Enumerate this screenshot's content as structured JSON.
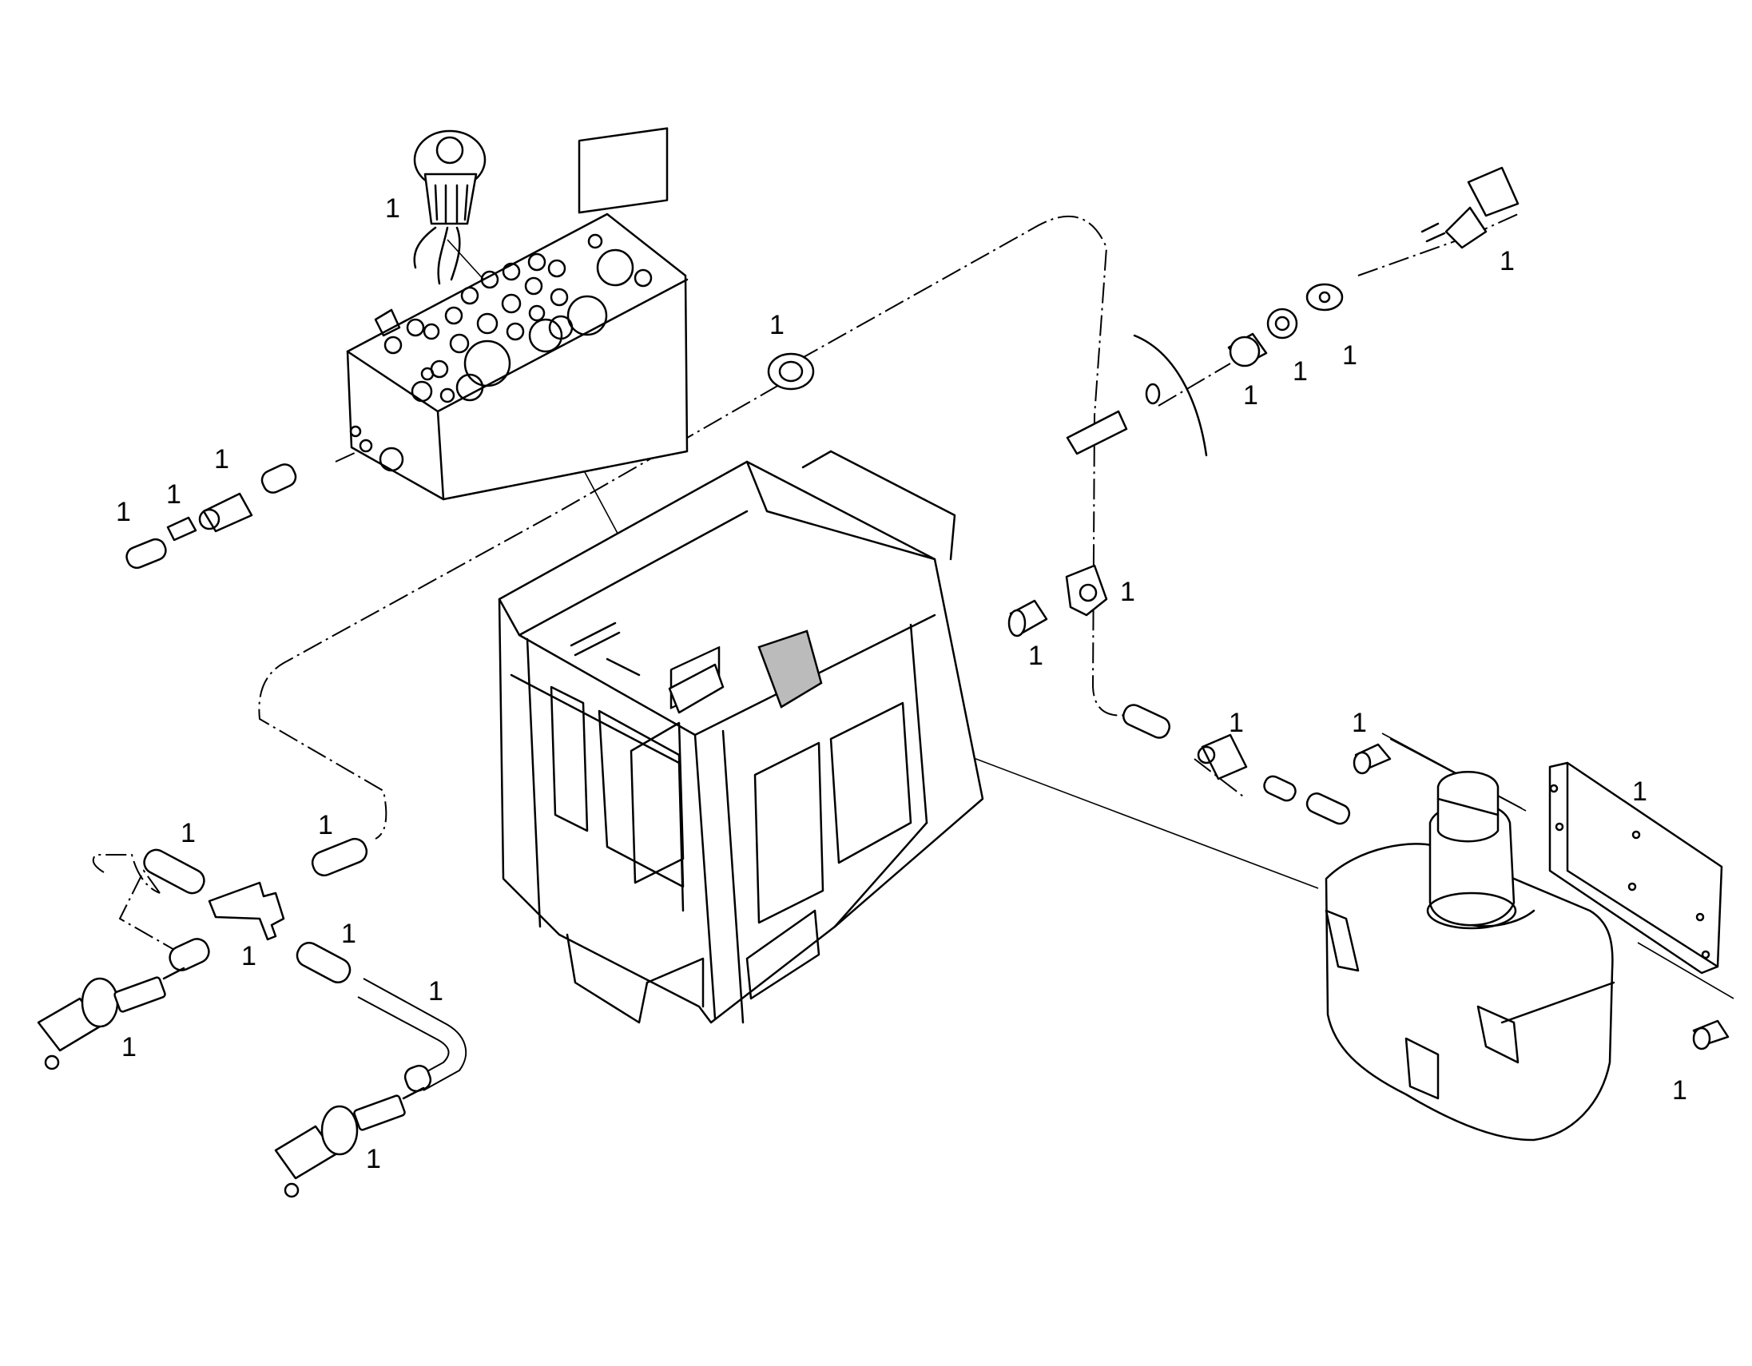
{
  "figure": {
    "callouts": [
      {
        "id": "c-gauge-switch",
        "label": "1"
      },
      {
        "id": "c-elbow",
        "label": "1"
      },
      {
        "id": "c-nozzle-right",
        "label": "1"
      },
      {
        "id": "c-nut",
        "label": "1"
      },
      {
        "id": "c-washer",
        "label": "1"
      },
      {
        "id": "c-bulkhead",
        "label": "1"
      },
      {
        "id": "c-connector-left-a",
        "label": "1"
      },
      {
        "id": "c-connector-left-b",
        "label": "1"
      },
      {
        "id": "c-connector-left-c",
        "label": "1"
      },
      {
        "id": "c-clip",
        "label": "1"
      },
      {
        "id": "c-clip-screw",
        "label": "1"
      },
      {
        "id": "c-check-valve",
        "label": "1"
      },
      {
        "id": "c-tank-screw-top",
        "label": "1"
      },
      {
        "id": "c-bracket",
        "label": "1"
      },
      {
        "id": "c-tank-screw-bottom",
        "label": "1"
      },
      {
        "id": "c-hose-upper",
        "label": "1"
      },
      {
        "id": "c-hose-left",
        "label": "1"
      },
      {
        "id": "c-tee",
        "label": "1"
      },
      {
        "id": "c-hose-mid",
        "label": "1"
      },
      {
        "id": "c-hose-bend",
        "label": "1"
      },
      {
        "id": "c-nozzle-left",
        "label": "1"
      },
      {
        "id": "c-nozzle-bottom",
        "label": "1"
      }
    ]
  }
}
